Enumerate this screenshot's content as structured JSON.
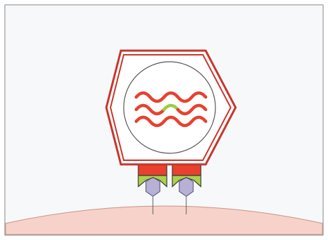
{
  "colors": {
    "background": "#f7f8f9",
    "border": "#9a9a9a",
    "cell_surface": "#f7d2cb",
    "cell_outline": "#c89286",
    "capsid_outline": "#c7362b",
    "capsid_fill": "#ffffff",
    "membrane_circle": "#555555",
    "genome_red": "#e8412e",
    "genome_green": "#9ccd3c",
    "tail_red": "#e8412e",
    "tail_green": "#a9d24b",
    "tail_outline": "#3a3a3a",
    "receptor_fill": "#b7b1d6",
    "receptor_outline": "#6b6690"
  },
  "icons": {
    "capsid": "hexagon-capsid-icon",
    "genome": "wavy-genome-strands-icon",
    "tail_fiber": "tail-fiber-icon",
    "receptor": "receptor-hexagon-icon",
    "cell": "host-cell-surface-icon"
  },
  "genome": {
    "strands": 3,
    "highlighted_strand": 2
  },
  "tail_fibers": 2
}
